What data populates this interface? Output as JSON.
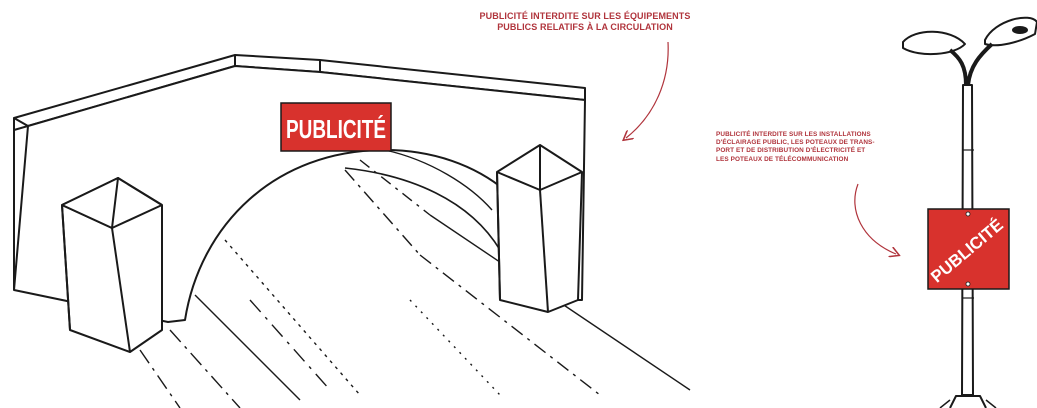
{
  "captions": {
    "bridge_rule_line1": "PUBLICITÉ INTERDITE SUR LES ÉQUIPEMENTS",
    "bridge_rule_line2": "PUBLICS RELATIFS À LA CIRCULATION",
    "lamp_rule_line1": "PUBLICITÉ INTERDITE SUR LES INSTALLATIONS",
    "lamp_rule_line2": "D'ÉCLAIRAGE PUBLIC, LES POTEAUX DE TRANS-",
    "lamp_rule_line3": "PORT ET DE DISTRIBUTION D'ÉLECTRICITÉ ET",
    "lamp_rule_line4": "LES POTEAUX DE TÉLÉCOMMUNICATION"
  },
  "signs": {
    "bridge_sign": "PUBLICITÉ",
    "lamp_sign": "PUBLICITÉ"
  },
  "colors": {
    "caption_red": "#b0343c",
    "sign_red": "#d8322d",
    "ink": "#1a1a1a",
    "background": "#ffffff"
  }
}
